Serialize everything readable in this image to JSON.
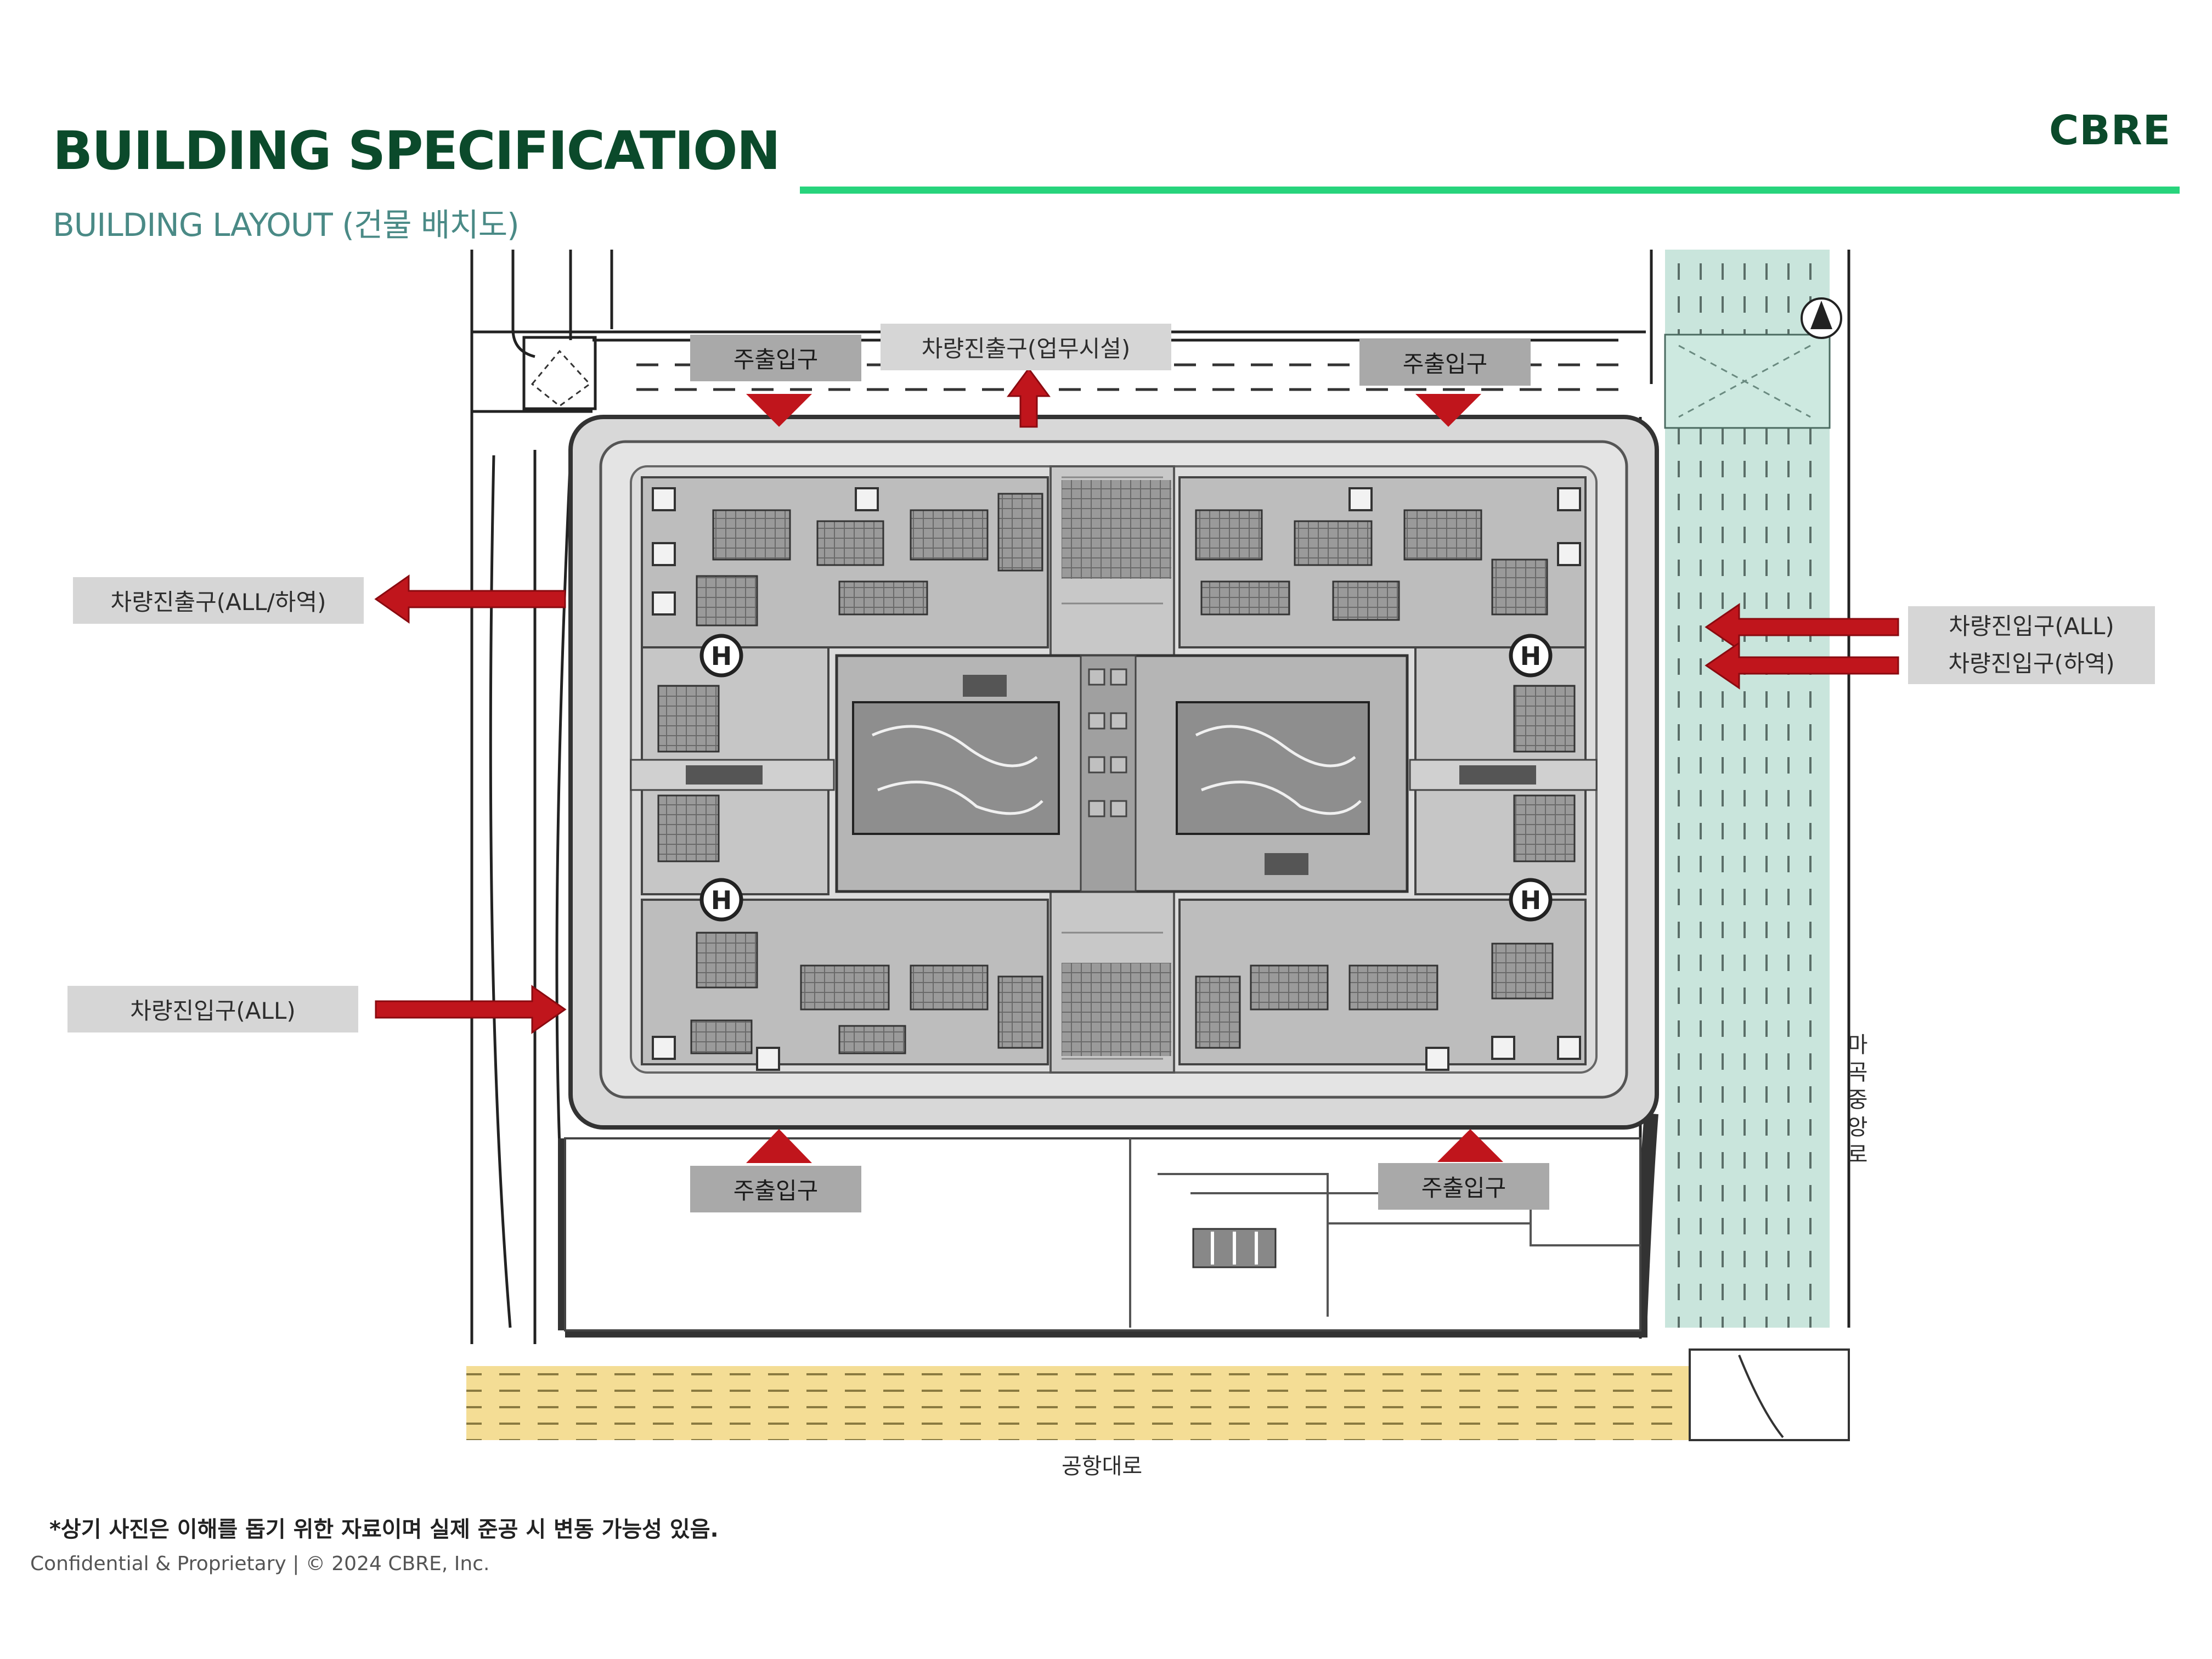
{
  "header": {
    "title": "BUILDING SPECIFICATION",
    "subtitle": "BUILDING LAYOUT (건물 배치도)",
    "logo": "CBRE",
    "accent_color": "#27d47c",
    "title_color": "#0b4a2b"
  },
  "labels": {
    "north_left_pedestrian": "주출입구",
    "north_vehicle_exit": "차량진출구(업무시설)",
    "north_right_pedestrian": "주출입구",
    "west_vehicle_exit": "차량진출구(ALL/하역)",
    "west_vehicle_entry": "차량진입구(ALL)",
    "east_vehicle_entry_all": "차량진입구(ALL)",
    "east_vehicle_entry_loading": "차량진입구(하역)",
    "south_left_pedestrian": "주출입구",
    "south_right_pedestrian": "주출입구"
  },
  "roads": {
    "south": "공항대로",
    "east": "마곡중앙로"
  },
  "plan": {
    "arrow_color": "#c0151c",
    "helipad_symbol": "H"
  },
  "footer": {
    "note": "*상기 사진은 이해를 돕기 위한 자료이며 실제 준공 시 변동 가능성 있음.",
    "copyright": "Confidential & Proprietary | © 2024 CBRE, Inc."
  }
}
